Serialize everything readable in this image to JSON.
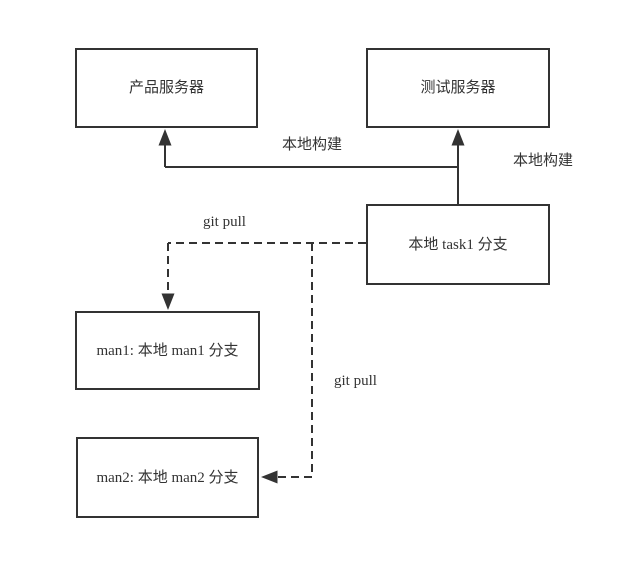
{
  "diagram": {
    "type": "flowchart",
    "nodes": {
      "production_server": {
        "label": "产品服务器"
      },
      "test_server": {
        "label": "测试服务器"
      },
      "task1_branch": {
        "label": "本地 task1 分支"
      },
      "man1_branch": {
        "label": "man1: 本地 man1 分支"
      },
      "man2_branch": {
        "label": "man2: 本地 man2 分支"
      }
    },
    "edges": [
      {
        "from": "task1_branch",
        "to": "production_server",
        "style": "solid",
        "label": "本地构建"
      },
      {
        "from": "task1_branch",
        "to": "test_server",
        "style": "solid",
        "label": "本地构建"
      },
      {
        "from": "task1_branch",
        "to": "man1_branch",
        "style": "dashed",
        "label": "git pull"
      },
      {
        "from": "task1_branch",
        "to": "man2_branch",
        "style": "dashed",
        "label": "git pull"
      }
    ],
    "edge_labels": {
      "build_center": "本地构建",
      "build_right": "本地构建",
      "git_pull_top": "git pull",
      "git_pull_mid": "git pull"
    },
    "colors": {
      "line": "#333333",
      "text": "#333333",
      "node_fill": "#ffffff",
      "background": "#ffffff"
    }
  }
}
